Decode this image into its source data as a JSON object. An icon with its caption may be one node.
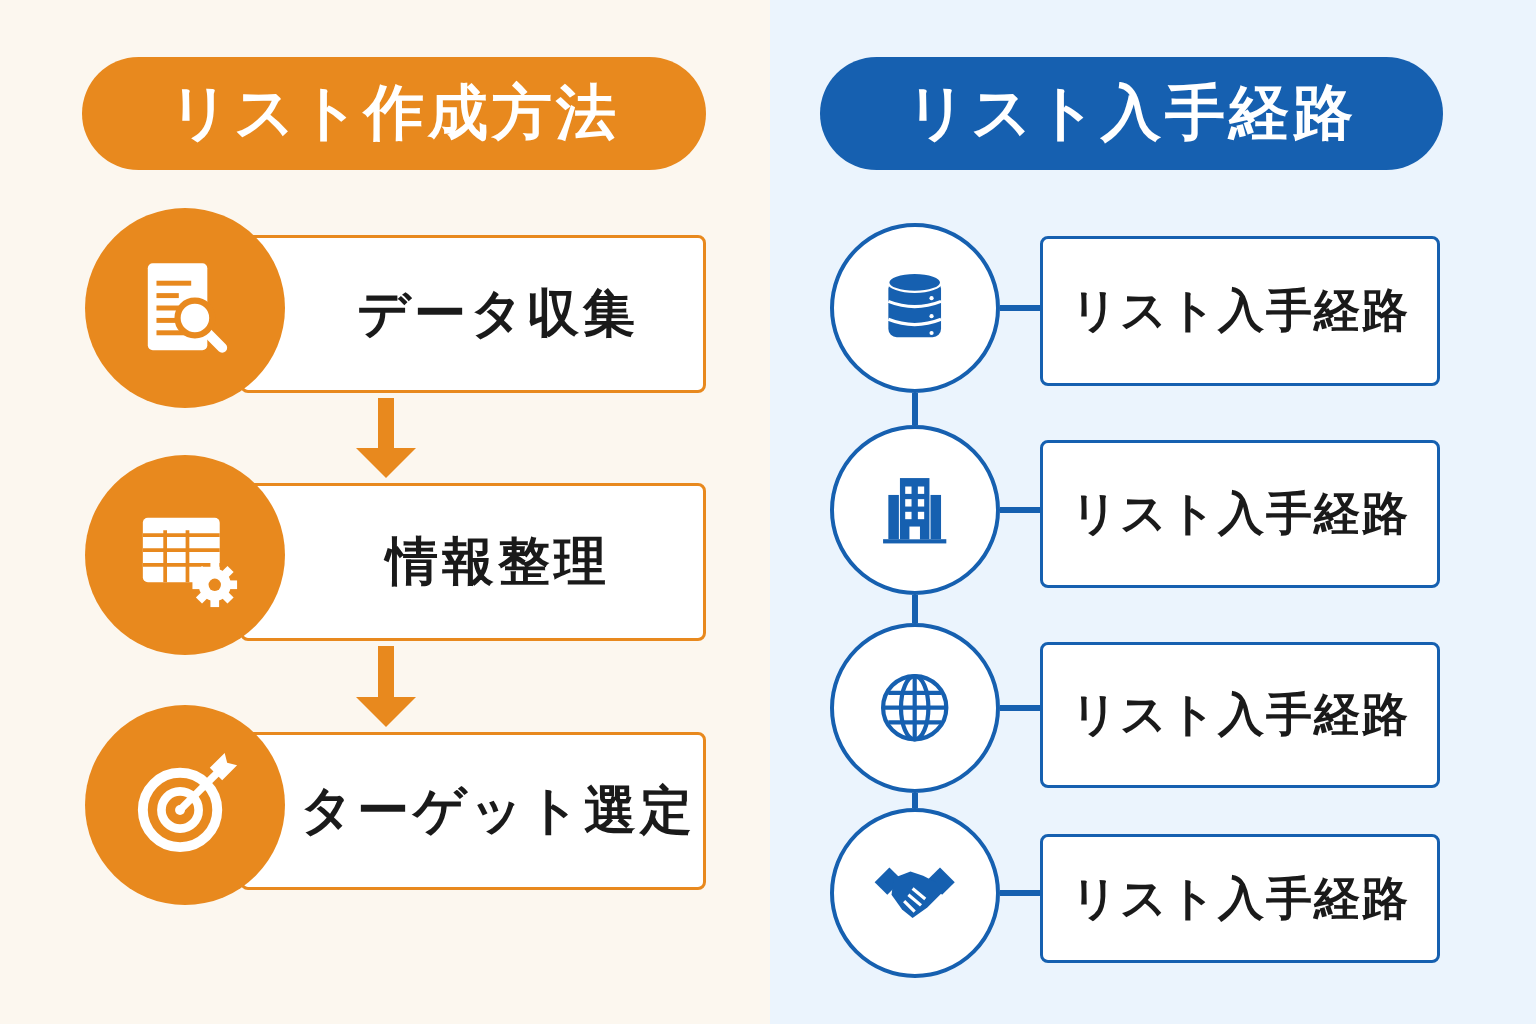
{
  "diagram": {
    "nodes": [
      {
        "text": [
          "リスト作成方法"
        ]
      },
      {
        "text": [],
        "shape": "circle"
      },
      {
        "text": [
          "データ収集"
        ]
      },
      {
        "text": [],
        "shape": "circle"
      },
      {
        "text": [
          "情報整理"
        ]
      },
      {
        "text": [],
        "shape": "circle"
      },
      {
        "text": [
          "ターゲット選定"
        ]
      },
      {
        "text": [
          "リスト入手経路"
        ]
      },
      {
        "text": [],
        "shape": "circle"
      },
      {
        "text": [
          "リスト入手経路"
        ]
      },
      {
        "text": [],
        "shape": "circle"
      },
      {
        "text": [
          "リスト入手経路"
        ]
      },
      {
        "text": [],
        "shape": "circle"
      },
      {
        "text": [
          "リスト入手経路"
        ]
      },
      {
        "text": [],
        "shape": "circle"
      },
      {
        "text": [
          "リスト入手経路"
        ]
      }
    ],
    "edges": [
      {
        "from": 2,
        "to": 4,
        "arrow": "to",
        "style": "thick",
        "color": "#e8891e"
      },
      {
        "from": 4,
        "to": 6,
        "arrow": "to",
        "style": "thick",
        "color": "#e8891e"
      },
      {
        "from": 8,
        "to": 9,
        "arrow": "none"
      },
      {
        "from": 8,
        "to": 10,
        "arrow": "none"
      },
      {
        "from": 10,
        "to": 11,
        "arrow": "none"
      },
      {
        "from": 10,
        "to": 12,
        "arrow": "none"
      },
      {
        "from": 12,
        "to": 13,
        "arrow": "none"
      },
      {
        "from": 12,
        "to": 14,
        "arrow": "none"
      },
      {
        "from": 14,
        "to": 15,
        "arrow": "none"
      }
    ]
  }
}
